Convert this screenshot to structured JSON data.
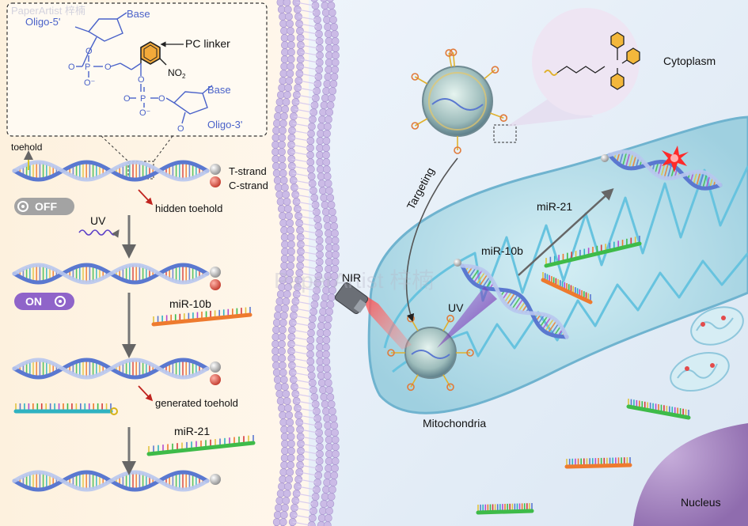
{
  "watermark": "PaperArtist 梓楠",
  "inset": {
    "oligo5": "Oligo-5'",
    "base_top": "Base",
    "pc_linker": "PC linker",
    "no2": "NO",
    "no2_sub": "2",
    "base_bottom": "Base",
    "oligo3": "Oligo-3'",
    "phos_o": "O",
    "phos_p": "P",
    "phos_ominus": "O⁻"
  },
  "left_panel": {
    "toehold": "toehold",
    "t_strand": "T-strand",
    "c_strand": "C-strand",
    "hidden_toehold": "hidden toehold",
    "off": "OFF",
    "uv": "UV",
    "on": "ON",
    "mir10b": "miR-10b",
    "generated_toehold": "generated toehold",
    "mir21": "miR-21"
  },
  "right_panel": {
    "cytoplasm": "Cytoplasm",
    "targeting": "Targeting",
    "mir21": "miR-21",
    "mir10b": "miR-10b",
    "nir": "NIR",
    "uv": "UV",
    "mitochondria": "Mitochondria",
    "nucleus": "Nucleus"
  },
  "colors": {
    "left_bg": "#fdf3e3",
    "right_bg": "#e4eef8",
    "membrane": "#c7b6e2",
    "mito_fill": "#bfe3ec",
    "mito_edge": "#6fb3cf",
    "cristae": "#67c3df",
    "nucleus": "#a988c4",
    "off_pill": "#a3a3a3",
    "on_pill": "#8f64c9",
    "chem_blue": "#4a62c9",
    "pc_ring": "#f0a838",
    "arrow_red": "#c0241f",
    "strand_blue": "#5a78d0",
    "strand_teal": "#2fb2c1",
    "strand_orange": "#ee7a2e",
    "strand_green": "#3ebb49",
    "strand_red": "#d63b3b"
  }
}
